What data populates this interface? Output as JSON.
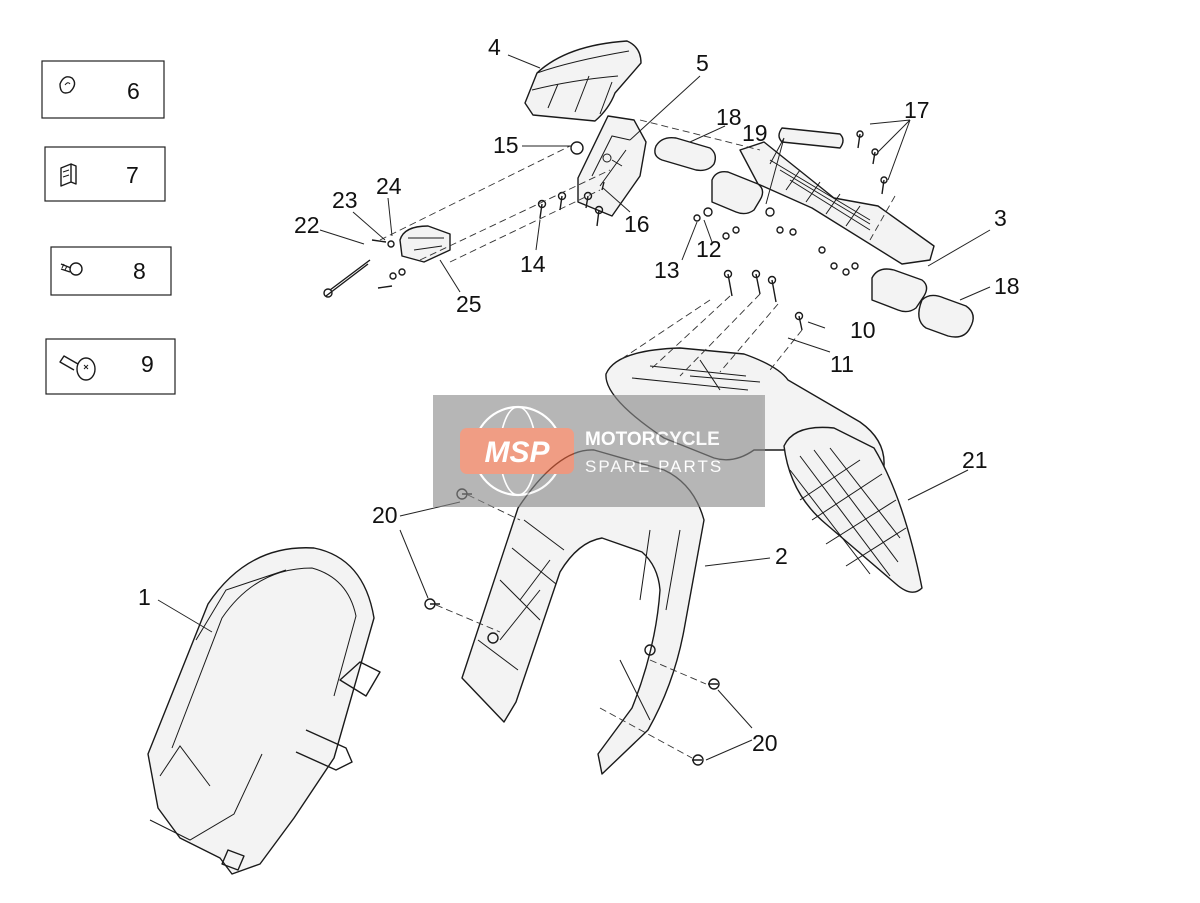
{
  "watermark": {
    "logo": "MSP",
    "line1": "MOTORCYCLE",
    "line2": "SPARE PARTS",
    "brand_color": "#e8623a",
    "panel_color": "#8a8a8a"
  },
  "legend_boxes": [
    {
      "number": "6",
      "icon": "grommet-icon"
    },
    {
      "number": "7",
      "icon": "clip-nut-icon"
    },
    {
      "number": "8",
      "icon": "screw-icon"
    },
    {
      "number": "9",
      "icon": "flange-screw-icon"
    }
  ],
  "callouts": [
    {
      "id": "1",
      "label": "1"
    },
    {
      "id": "2",
      "label": "2"
    },
    {
      "id": "3",
      "label": "3"
    },
    {
      "id": "4",
      "label": "4"
    },
    {
      "id": "5",
      "label": "5"
    },
    {
      "id": "10",
      "label": "10"
    },
    {
      "id": "11",
      "label": "11"
    },
    {
      "id": "12",
      "label": "12"
    },
    {
      "id": "13",
      "label": "13"
    },
    {
      "id": "14",
      "label": "14"
    },
    {
      "id": "15",
      "label": "15"
    },
    {
      "id": "16",
      "label": "16"
    },
    {
      "id": "17",
      "label": "17"
    },
    {
      "id": "18a",
      "label": "18"
    },
    {
      "id": "18b",
      "label": "18"
    },
    {
      "id": "19",
      "label": "19"
    },
    {
      "id": "20a",
      "label": "20"
    },
    {
      "id": "20b",
      "label": "20"
    },
    {
      "id": "21",
      "label": "21"
    },
    {
      "id": "22",
      "label": "22"
    },
    {
      "id": "23",
      "label": "23"
    },
    {
      "id": "24",
      "label": "24"
    },
    {
      "id": "25",
      "label": "25"
    }
  ]
}
